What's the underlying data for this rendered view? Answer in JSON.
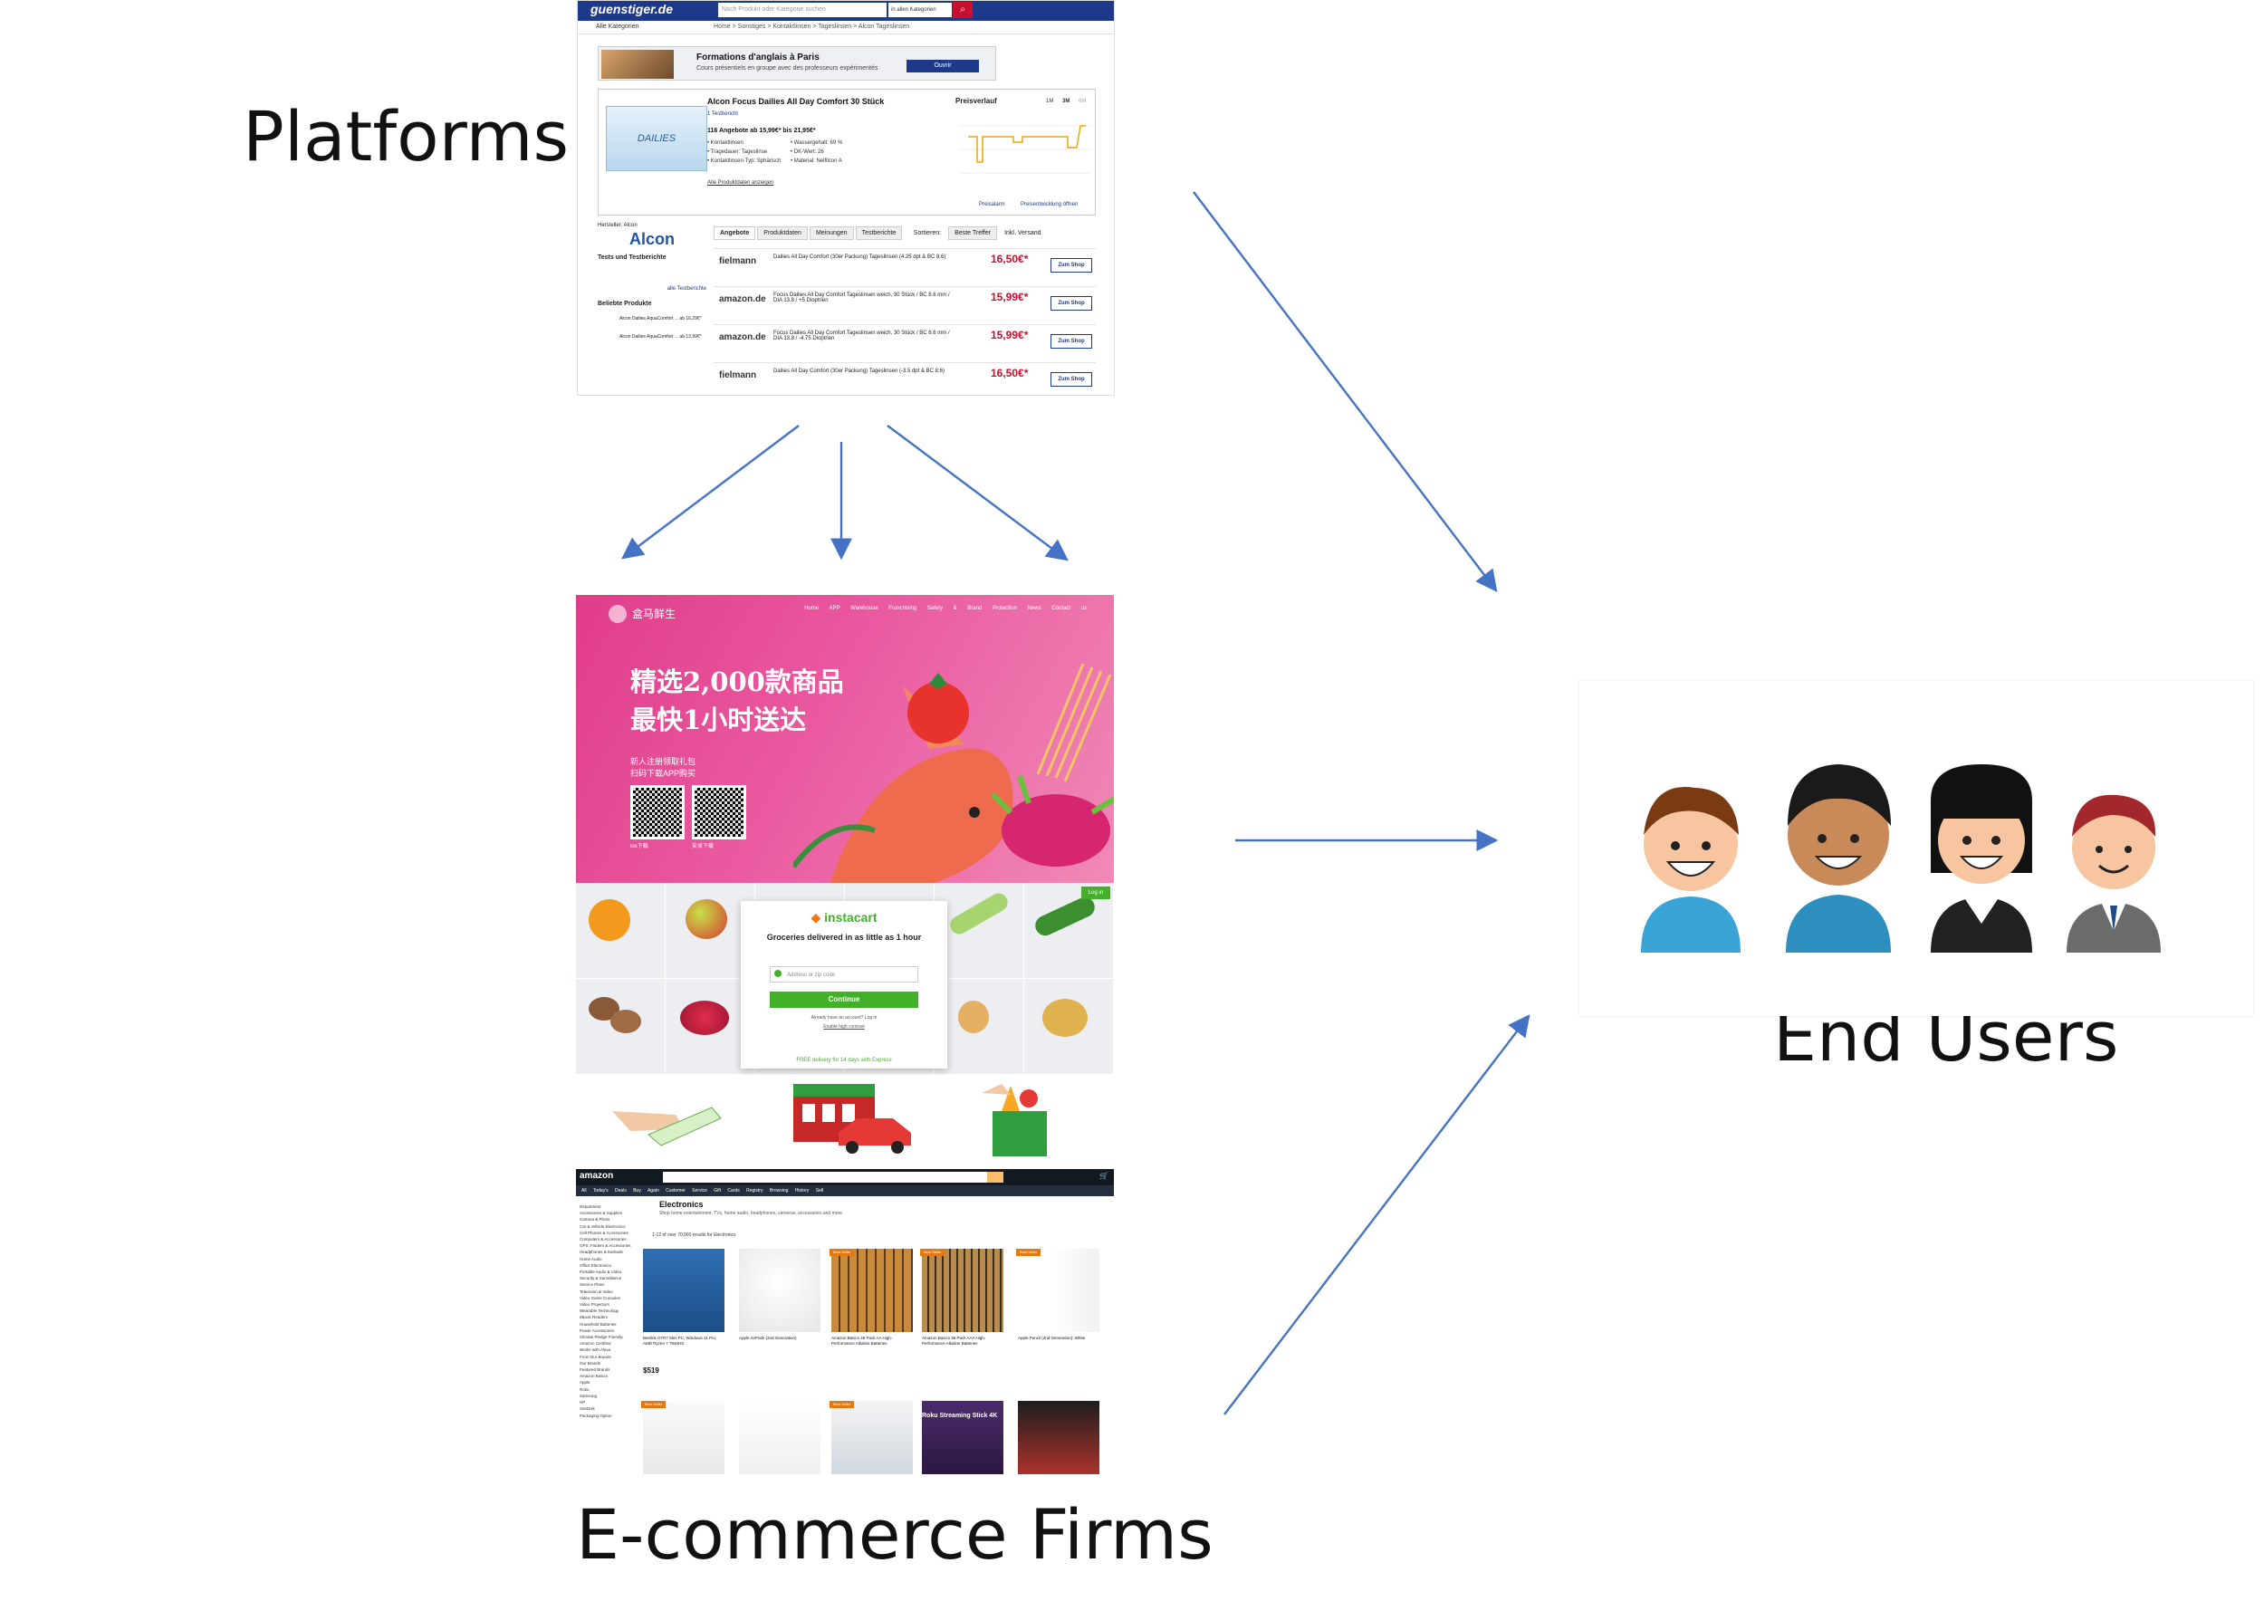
{
  "labels": {
    "platforms": "Platforms",
    "ecommerce": "E-commerce Firms",
    "end_users": "End Users"
  },
  "guenstiger": {
    "logo": "guenstiger.de",
    "search_placeholder": "Nach Produkt oder Kategorie suchen",
    "category_select": "in allen Kategorien",
    "nav_all": "Alle Kategorien",
    "breadcrumb": "Home > Sonstiges > Kontaktlinsen > Tageslinsen > Alcon Tageslinsen",
    "ad_title": "Formations d'anglais à Paris",
    "ad_sub": "Cours présentiels en groupe avec des professeurs expérimentés",
    "ad_button": "Ouvrir",
    "box_text": "DAILIES",
    "product_title": "Alcon Focus Dailies All Day Comfort 30 Stück",
    "test_report": "1 Testbericht",
    "price_range": "116 Angebote ab 15,99€* bis 21,95€*",
    "specs_left": [
      "• Kontaktlinsen",
      "• Tragedauer: Tageslinse",
      "• Kontaktlinsen-Typ: Sphärisch",
      "Alle Produktdaten anzeigen"
    ],
    "specs_right": [
      "• Wassergehalt: 69 %",
      "• DK-Wert: 26",
      "• Material: Nelfilcon A"
    ],
    "chart_title": "Preisverlauf",
    "chart_ranges": [
      "1M",
      "3M",
      "6M"
    ],
    "chart_links": [
      "Preisalarm",
      "Preisentwicklung öffnen"
    ],
    "manufacturer_label": "Hersteller: Alcon",
    "brand": "Alcon",
    "tests_heading": "Tests und Testberichte",
    "tests_link": "alle Testberichte",
    "popular_heading": "Beliebte Produkte",
    "popular": [
      "Alcon Dailies AquaComfort ... ab 16,29€*",
      "Alcon Dailies AquaComfort ... ab 13,99€*"
    ],
    "tabs": [
      "Angebote",
      "Produktdaten",
      "Meinungen",
      "Testberichte"
    ],
    "sort_label": "Sortieren:",
    "sort_value": "Beste Treffer",
    "shipping_label": "Inkl. Versand",
    "offers": [
      {
        "shop": "fielmann",
        "desc": "Dailies All Day Comfort (30er Packung) Tageslinsen (4.25 dpt & BC 8.6)",
        "price": "16,50€*",
        "button": "Zum Shop"
      },
      {
        "shop": "amazon.de",
        "desc": "Focus Dailies All Day Comfort Tageslinsen weich, 30 Stück / BC 8.6 mm / DIA 13.8 / +5 Dioptrien",
        "price": "15,99€*",
        "button": "Zum Shop"
      },
      {
        "shop": "amazon.de",
        "desc": "Focus Dailies All Day Comfort Tageslinsen weich, 30 Stück / BC 8.6 mm / DIA 13.8 / -4.75 Dioptrien",
        "price": "15,99€*",
        "button": "Zum Shop"
      },
      {
        "shop": "fielmann",
        "desc": "Dailies All Day Comfort (30er Packung) Tageslinsen (-3.5 dpt & BC 8.6)",
        "price": "16,50€*",
        "button": "Zum Shop"
      }
    ]
  },
  "hema": {
    "logo": "盒马鲜生",
    "nav": "Home APP Warehouse Franchising Safety & Brand Protection News Contact us",
    "headline_1": "精选2,000款商品",
    "headline_2": "最快1小时送达",
    "sub_1": "新人注册领取礼包",
    "sub_2": "扫码下载APP购买",
    "qr_1_label": "ios下载",
    "qr_2_label": "安卓下载"
  },
  "instacart": {
    "login": "Log in",
    "logo": "instacart",
    "headline": "Groceries delivered in as little as 1 hour",
    "address_placeholder": "Address or zip code",
    "continue": "Continue",
    "have_account": "Already have an account? Log in",
    "high_contrast": "Enable high contrast",
    "free_delivery": "FREE delivery for 14 days with Express"
  },
  "amazon": {
    "logo": "amazon",
    "nav": "All Today's Deals Buy Again Customer Service Gift Cards Registry Browsing History Sell",
    "title": "Electronics",
    "subtitle": "Shop home entertainment, TVs, home audio, headphones, cameras, accessories and more",
    "results": "1-12 of over 70,000 results for Electronics",
    "sidebar": [
      "Department",
      "Accessories & Supplies",
      "Camera & Photo",
      "Car & Vehicle Electronics",
      "Cell Phones & Accessories",
      "Computers & Accessories",
      "GPS, Finders & Accessories",
      "Headphones & Earbuds",
      "Home Audio",
      "Office Electronics",
      "Portable Audio & Video",
      "Security & Surveillance",
      "Service Plans",
      "Television & Video",
      "Video Game Consoles",
      "Video Projectors",
      "Wearable Technology",
      "eBook Readers",
      "Household Batteries",
      "Power Accessories",
      "Climate Pledge Friendly",
      "Amazon Certified",
      "Works with Alexa",
      "From Our Brands",
      "Our Brands",
      "Featured Brands",
      "Amazon Basics",
      "Apple",
      "Roku",
      "Samsung",
      "HP",
      "SanDisk",
      "Packaging Option"
    ],
    "products": [
      {
        "caption": "Beelink GTR7 Mini PC, Windows 11 Pro, AMD Ryzen 7 7840HS",
        "badge": "",
        "price": "$519"
      },
      {
        "caption": "Apple AirPods (2nd Generation)",
        "badge": "",
        "price": ""
      },
      {
        "caption": "Amazon Basics 48 Pack AA High-Performance Alkaline Batteries",
        "badge": "Best Seller",
        "price": ""
      },
      {
        "caption": "Amazon Basics 36 Pack AAA High-Performance Alkaline Batteries",
        "badge": "Best Seller",
        "price": ""
      },
      {
        "caption": "Apple Pencil (2nd Generation): White",
        "badge": "Best Seller",
        "price": ""
      }
    ],
    "bottom_badges": [
      "Best Seller",
      "",
      "Best Seller",
      "",
      ""
    ],
    "roku_text": "Roku Streaming Stick 4K"
  },
  "colors": {
    "arrow": "#4472c4",
    "hema_pink": "#e03c8a",
    "instacart_green": "#43b02a",
    "amazon_dark": "#131921",
    "guenstiger_blue": "#1d3a8a"
  },
  "icons": [
    "arrow-icon",
    "user-avatar-icon",
    "search-icon",
    "qr-code-icon",
    "carrot-icon",
    "cart-icon"
  ]
}
